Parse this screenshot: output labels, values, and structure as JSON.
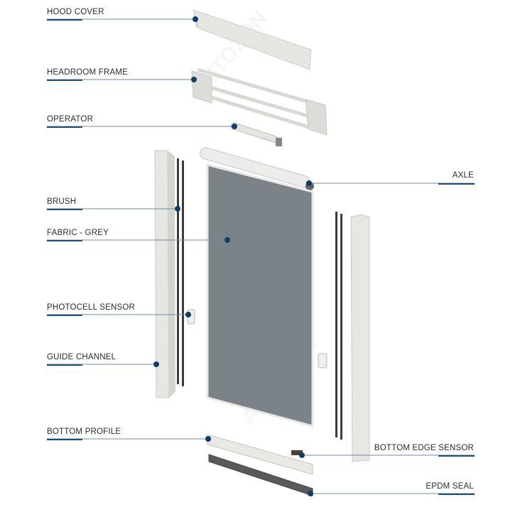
{
  "watermark": "AUTOZON",
  "colors": {
    "leader": "#6f8aa6",
    "underline": "#1d4f7a",
    "dot": "#0f3d66",
    "fabric": "#7b8288",
    "metal": "#e3e3df"
  },
  "labels": {
    "hood_cover": "HOOD COVER",
    "headroom_frame": "HEADROOM FRAME",
    "operator": "OPERATOR",
    "brush": "BRUSH",
    "fabric": "FABRIC - GREY",
    "photocell": "PHOTOCELL SENSOR",
    "guide_channel": "GUIDE CHANNEL",
    "bottom_profile": "BOTTOM PROFILE",
    "axle": "AXLE",
    "bottom_edge_sensor": "BOTTOM EDGE SENSOR",
    "epdm_seal": "EPDM SEAL"
  }
}
